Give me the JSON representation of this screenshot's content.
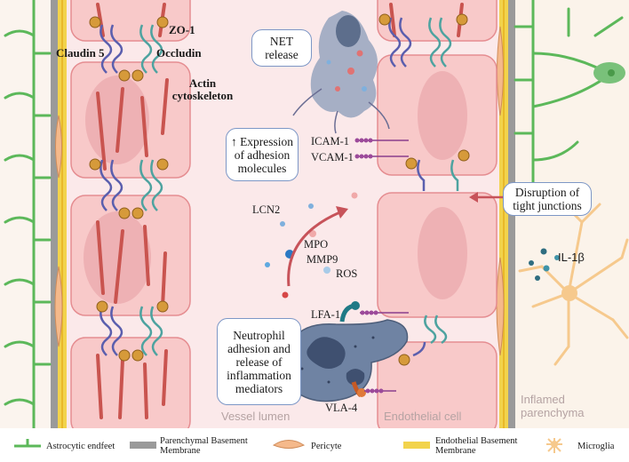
{
  "labels": {
    "zo1": "ZO-1",
    "claudin5": "Claudin 5",
    "occludin": "Occludin",
    "actin": "Actin\ncytoskeleton",
    "icam": "ICAM-1",
    "vcam": "VCAM-1",
    "lcn2": "LCN2",
    "mpo": "MPO",
    "mmp9": "MMP9",
    "ros": "ROS",
    "il1b": "IL-1β",
    "lfa1": "LFA-1",
    "vla4": "VLA-4"
  },
  "callouts": {
    "net": "NET\nrelease",
    "expression": "↑ Expression\nof adhesion\nmolecules",
    "disruption": "Disruption of\ntight junctions",
    "neutrophil": "Neutrophil\nadhesion and\nrelease of\ninflammation\nmediators"
  },
  "regions": {
    "lumen": "Vessel lumen",
    "endothelial": "Endothelial cell",
    "parenchyma": "Inflamed\nparenchyma"
  },
  "legend": {
    "astro": "Astrocytic endfeet",
    "pbm": "Parenchymal Basement\nMembrane",
    "pericyte": "Pericyte",
    "ebm": "Endothelial Basement\nMembrane",
    "microglia": "Microglia"
  },
  "colors": {
    "lumen_bg": "#fbe9ea",
    "cell_fill": "#f8c9c9",
    "cell_border": "#e58d91",
    "nucleus": "#eaa7ab",
    "astrocyte": "#5cb85a",
    "basement_grey": "#9a9a9a",
    "endothelial_bm": "#f2d34c",
    "pericyte": "#f5b98b",
    "microglia": "#f6c98d",
    "callout_border": "#7d97c6",
    "neutrophil": "#6f83a3",
    "claudin": "#5b5fae",
    "occludin": "#4ea3a0",
    "zo1": "#d69a3a",
    "actin": "#c9544f"
  }
}
